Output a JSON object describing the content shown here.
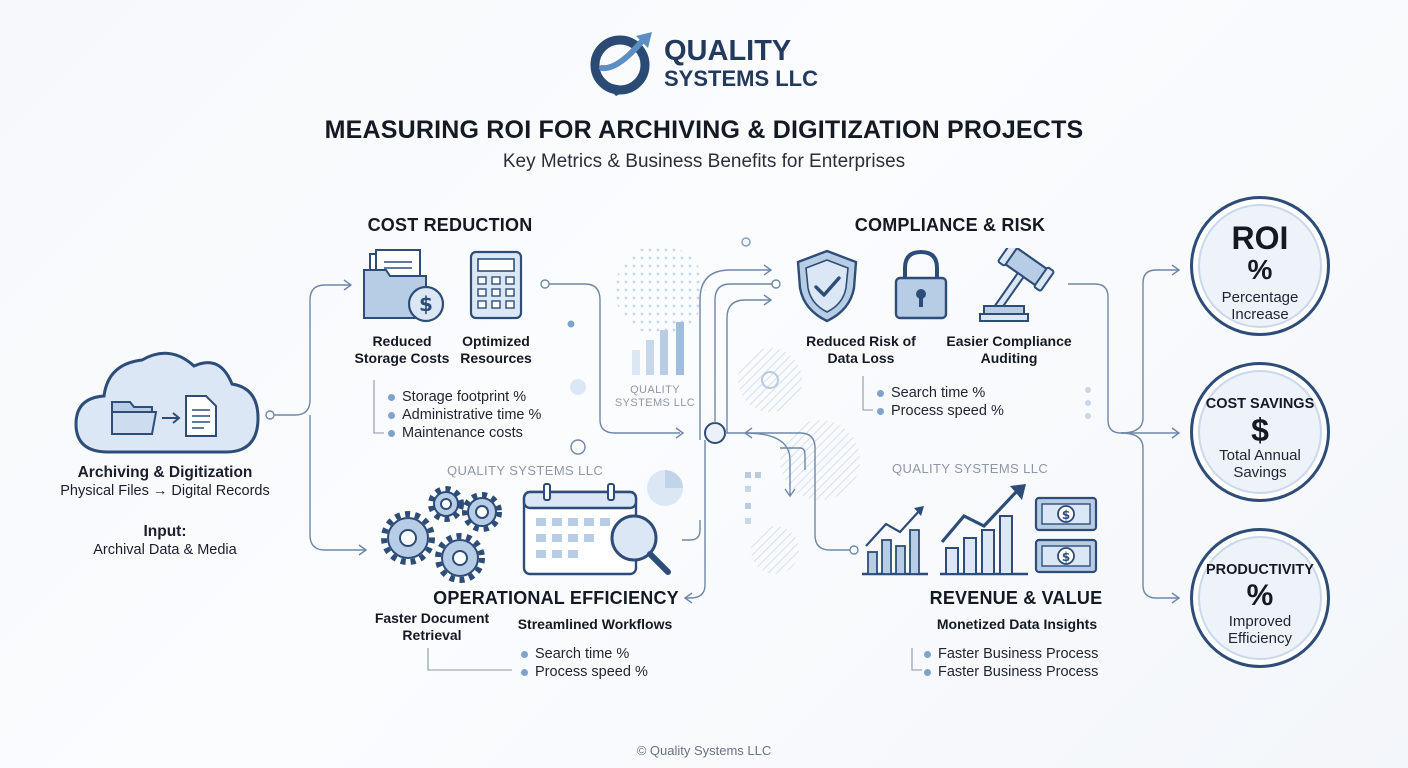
{
  "brand": {
    "line1": "QUALITY",
    "line2": "SYSTEMS LLC"
  },
  "header": {
    "title": "MEASURING ROI FOR ARCHIVING & DIGITIZATION PROJECTS",
    "subtitle": "Key Metrics & Business Benefits for Enterprises"
  },
  "input": {
    "title": "Archiving & Digitization",
    "subtitle": "Physical Files → Digital Records",
    "input_label": "Input:",
    "input_value": "Archival Data & Media"
  },
  "cost_reduction": {
    "title": "COST REDUCTION",
    "items": [
      "Reduced\nStorage Costs",
      "Optimized\nResources"
    ],
    "bullets": [
      "Storage footprint %",
      "Administrative time %",
      "Maintenance costs"
    ]
  },
  "compliance": {
    "title": "COMPLIANCE & RISK",
    "items": [
      "Reduced Risk of\nData Loss",
      "Easier Compliance\nAuditing"
    ],
    "bullets": [
      "Search time %",
      "Process speed %"
    ]
  },
  "operational": {
    "title": "OPERATIONAL EFFICIENCY",
    "items": [
      "Faster Document\nRetrieval",
      "Streamlined Workflows"
    ],
    "bullets": [
      "Search time %",
      "Process speed %"
    ]
  },
  "revenue": {
    "title": "REVENUE & VALUE",
    "item": "Monetized Data Insights",
    "bullets": [
      "Faster Business Process",
      "Faster Business Process"
    ]
  },
  "watermarks": {
    "center_line1": "QUALITY",
    "center_line2": "SYSTEMS LLC",
    "left": "QUALITY SYSTEMS LLC",
    "right": "QUALITY SYSTEMS LLC"
  },
  "outcomes": {
    "roi": {
      "title": "ROI",
      "symbol": "%",
      "desc": "Percentage\nIncrease"
    },
    "cost_savings": {
      "title": "COST SAVINGS",
      "symbol": "$",
      "desc": "Total Annual\nSavings"
    },
    "productivity": {
      "title": "PRODUCTIVITY",
      "symbol": "%",
      "desc": "Improved\nEfficiency"
    }
  },
  "footer": "© Quality Systems LLC",
  "colors": {
    "accent": "#2d4d78",
    "light": "#dbe7f5",
    "dot": "#7fa3cc"
  }
}
